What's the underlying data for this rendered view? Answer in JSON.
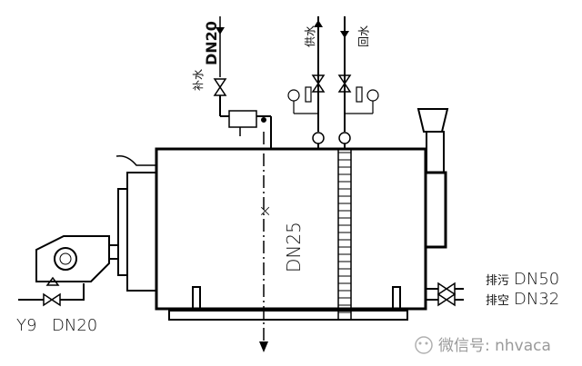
{
  "labels": {
    "makeup_water": "补水",
    "makeup_size": "DN20",
    "supply_water": "供水",
    "return_water": "回水",
    "main_pipe_size": "DN25",
    "blowdown": "排污",
    "blowdown_size": "DN50",
    "vent": "排空",
    "vent_size": "DN32",
    "strainer": "Y9",
    "strainer_size": "DN20"
  },
  "watermark": {
    "text": "微信号: nhvaca"
  }
}
